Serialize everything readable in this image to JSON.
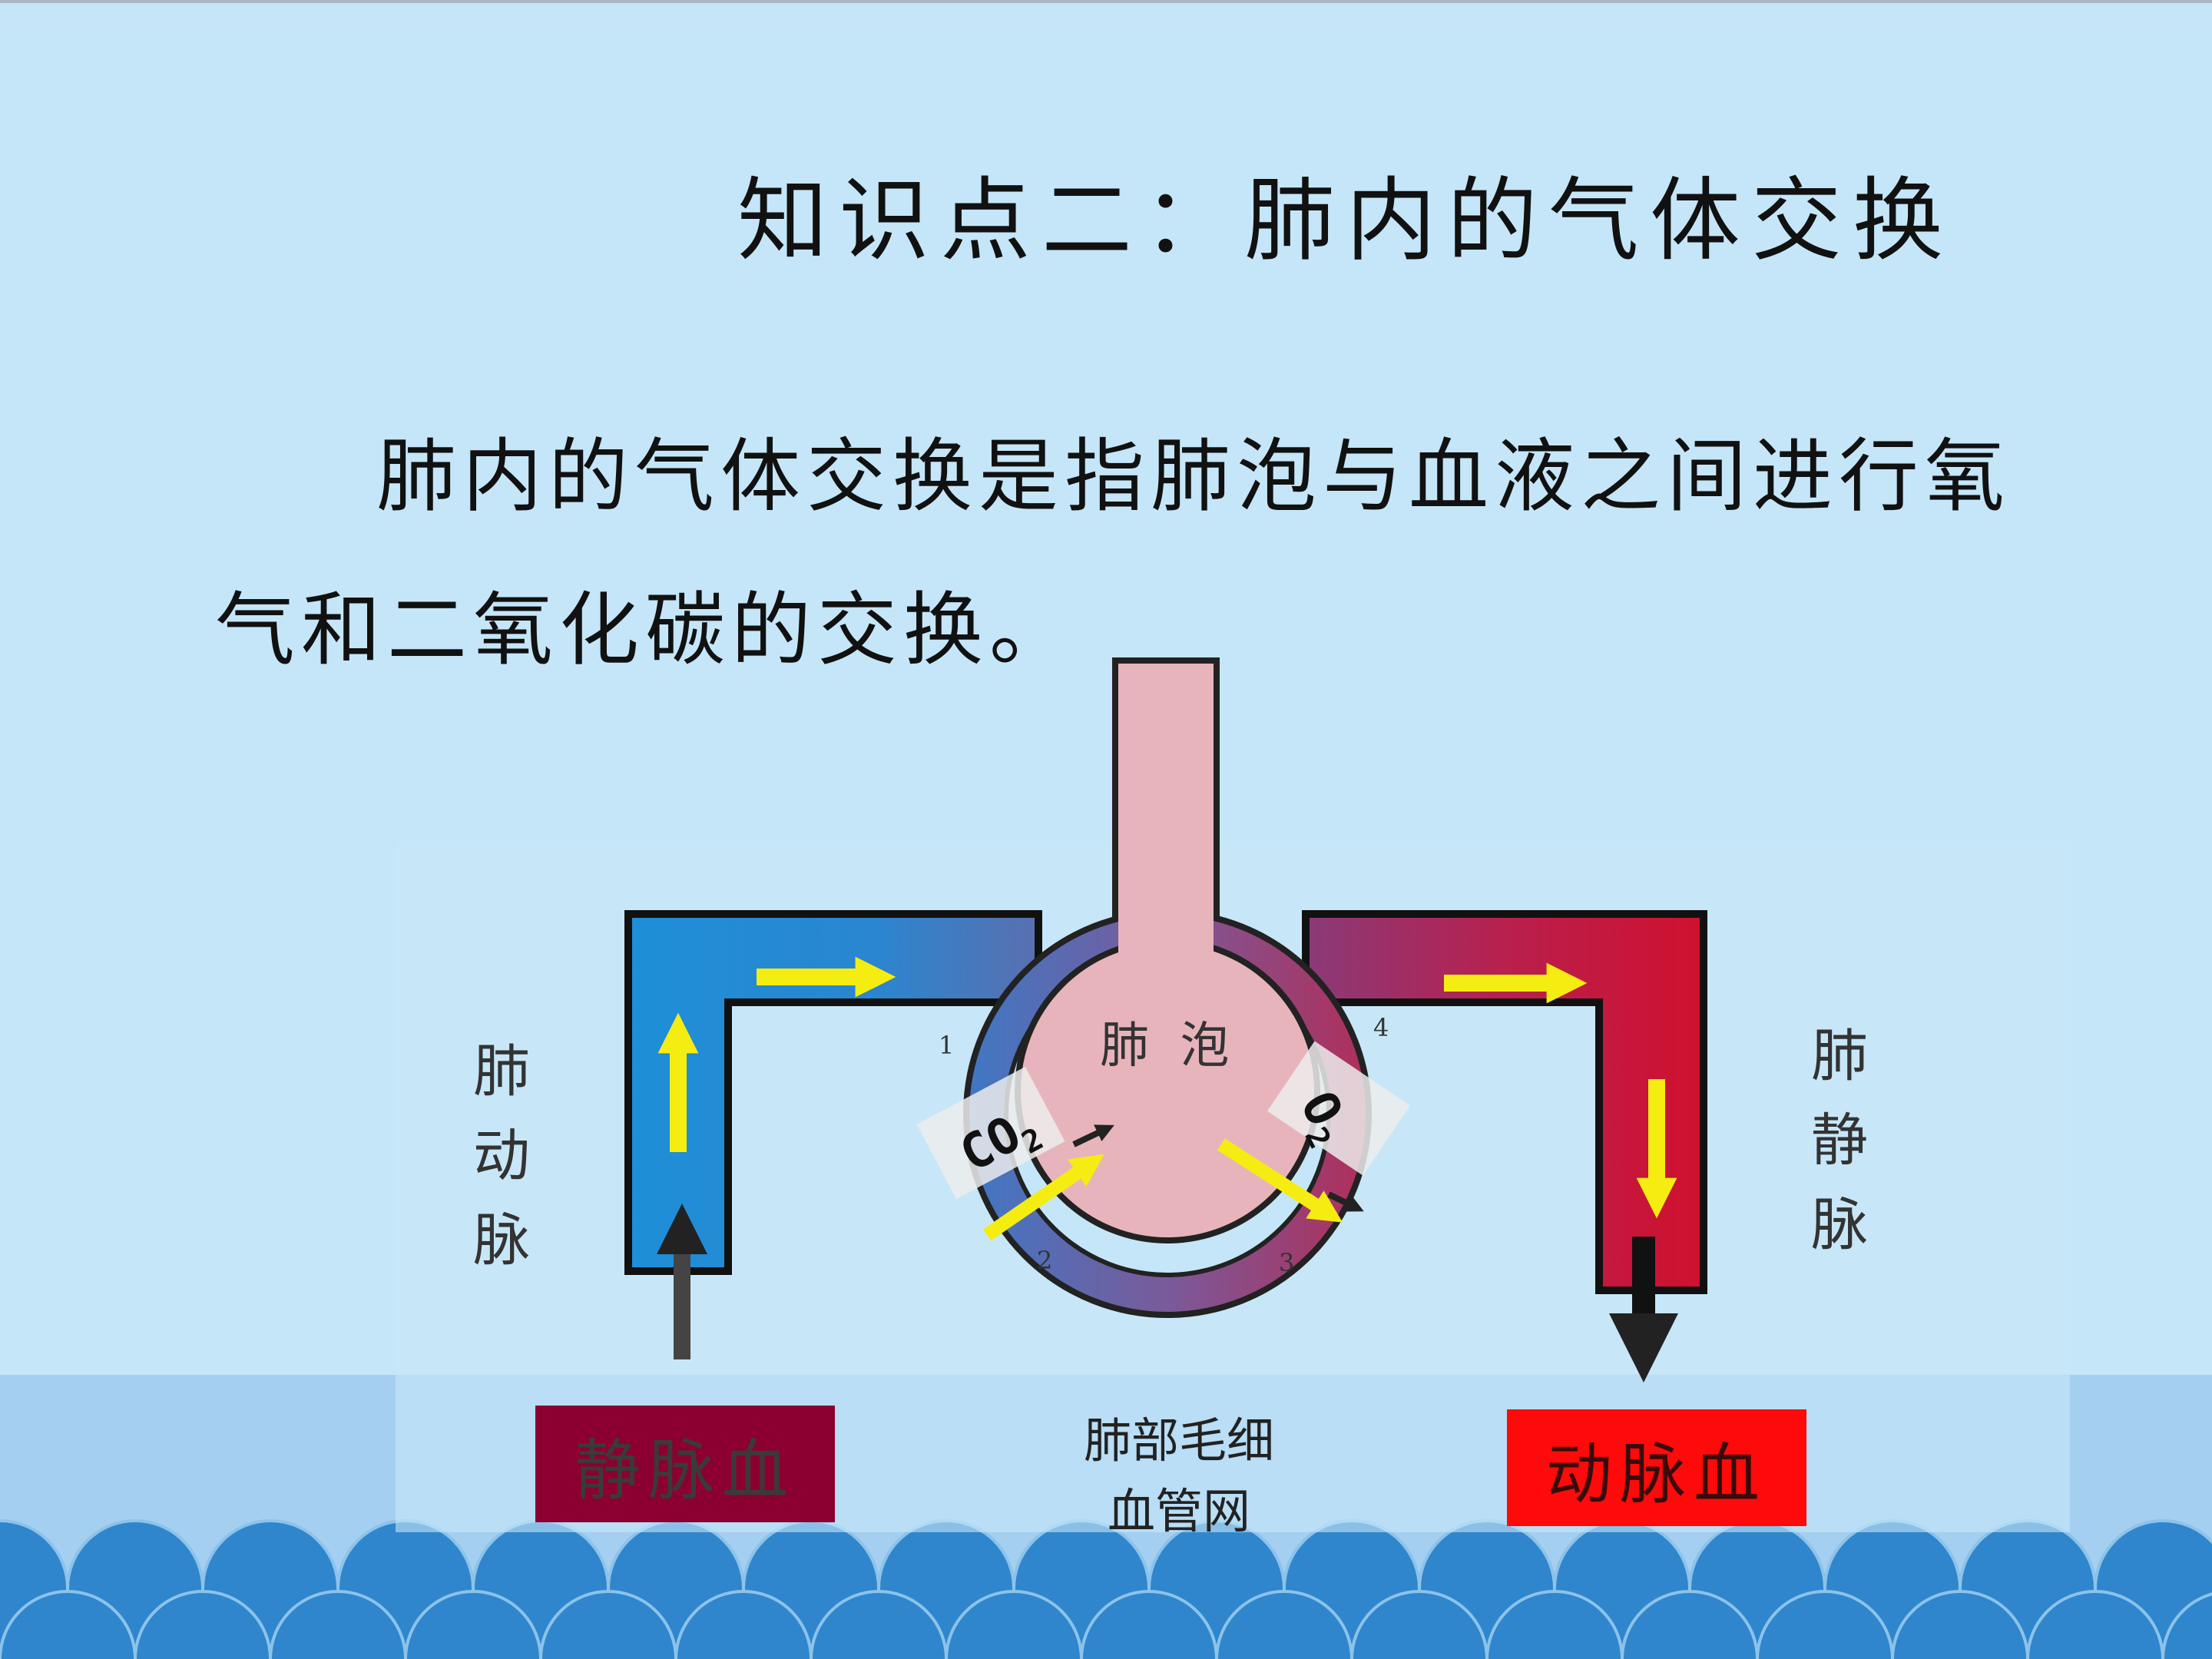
{
  "slide": {
    "title": "知识点二：肺内的气体交换",
    "paragraph": "肺内的气体交换是指肺泡与血液之间进行氧气和二氧化碳的交换。"
  },
  "diagram": {
    "alveolus_label": "肺 泡",
    "pulmonary_artery_label": "肺动脉",
    "pulmonary_vein_label": "肺静脉",
    "capillary_label_line1": "肺部毛细",
    "capillary_label_line2": "血管网",
    "venous_blood_label": "静脉血",
    "arterial_blood_label": "动脉血",
    "co2_label": "CO",
    "co2_subscript": "2",
    "o2_label": "O",
    "o2_subscript": "2",
    "vessel_numbers": [
      "1",
      "2",
      "3",
      "4"
    ],
    "colors": {
      "background": "#c5e6f8",
      "venous_blue": "#1e8fd8",
      "arterial_red": "#c8102e",
      "alveolus_pink": "#e8b4bc",
      "arrow_yellow": "#f5ec12",
      "venous_box": "#8b0030",
      "arterial_box": "#ff0a0a",
      "wave_blue": "#2f86cc"
    }
  }
}
